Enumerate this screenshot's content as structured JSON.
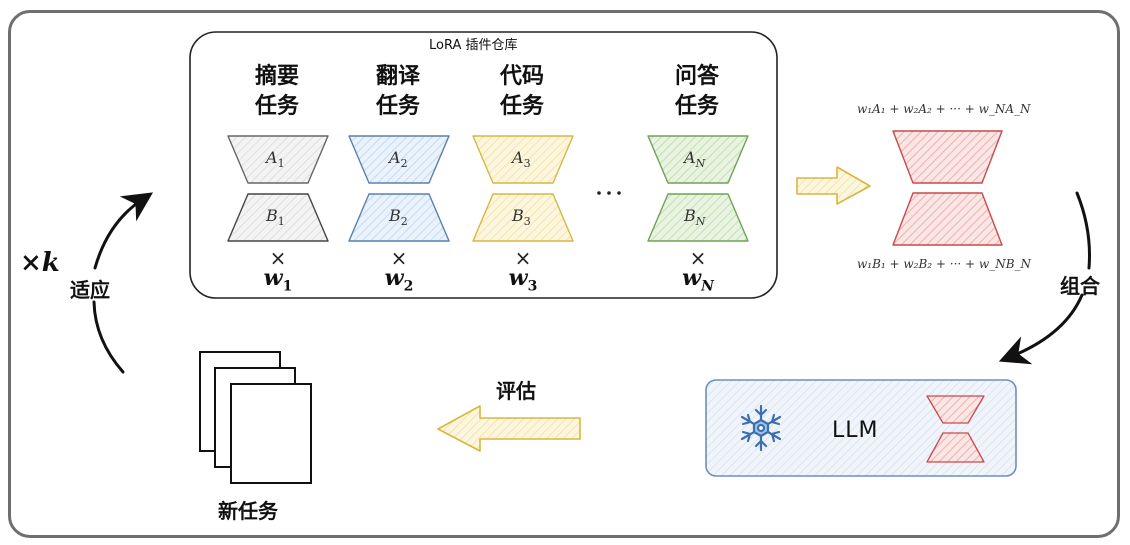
{
  "repository": {
    "title": "LoRA 插件仓库",
    "modules": [
      {
        "task": "摘要\n任务",
        "task_line1": "摘要",
        "task_line2": "任务",
        "a_label": "A",
        "b_label": "B",
        "index": "1",
        "weight_base": "w",
        "weight_index": "1",
        "multiply": "×",
        "color": "#555555",
        "fill": "#ececec"
      },
      {
        "task_line1": "翻译",
        "task_line2": "任务",
        "a_label": "A",
        "b_label": "B",
        "index": "2",
        "weight_base": "w",
        "weight_index": "2",
        "multiply": "×",
        "color": "#5b7fb0",
        "fill": "#d6e4f5"
      },
      {
        "task_line1": "代码",
        "task_line2": "任务",
        "a_label": "A",
        "b_label": "B",
        "index": "3",
        "weight_base": "w",
        "weight_index": "3",
        "multiply": "×",
        "color": "#d9b640",
        "fill": "#f8ecc0"
      },
      {
        "task_line1": "问答",
        "task_line2": "任务",
        "a_label": "A",
        "b_label": "B",
        "index": "N",
        "weight_base": "w",
        "weight_index": "N",
        "multiply": "×",
        "color": "#6fa353",
        "fill": "#d7eac8"
      }
    ],
    "ellipsis": "···"
  },
  "combined": {
    "formula_a": "w₁A₁ + w₂A₂ + ··· + w_NA_N",
    "formula_b": "w₁B₁ + w₂B₂ + ··· + w_NB_N",
    "color": "#c94a4a",
    "fill": "#f6cccc"
  },
  "steps": {
    "combine": "组合",
    "evaluate": "评估",
    "adapt": "适应",
    "repeat": "×k"
  },
  "llm": {
    "label": "LLM",
    "frozen_icon": "snowflake-icon"
  },
  "new_task": {
    "label": "新任务",
    "icon": "documents-icon"
  },
  "colors": {
    "arrow_yellow": "#d9b640",
    "arrow_yellow_fill": "#fbefc6",
    "llm_border": "#6d8fbf",
    "llm_fill": "#e3ecf7",
    "outer_border": "#6f6f6f"
  }
}
